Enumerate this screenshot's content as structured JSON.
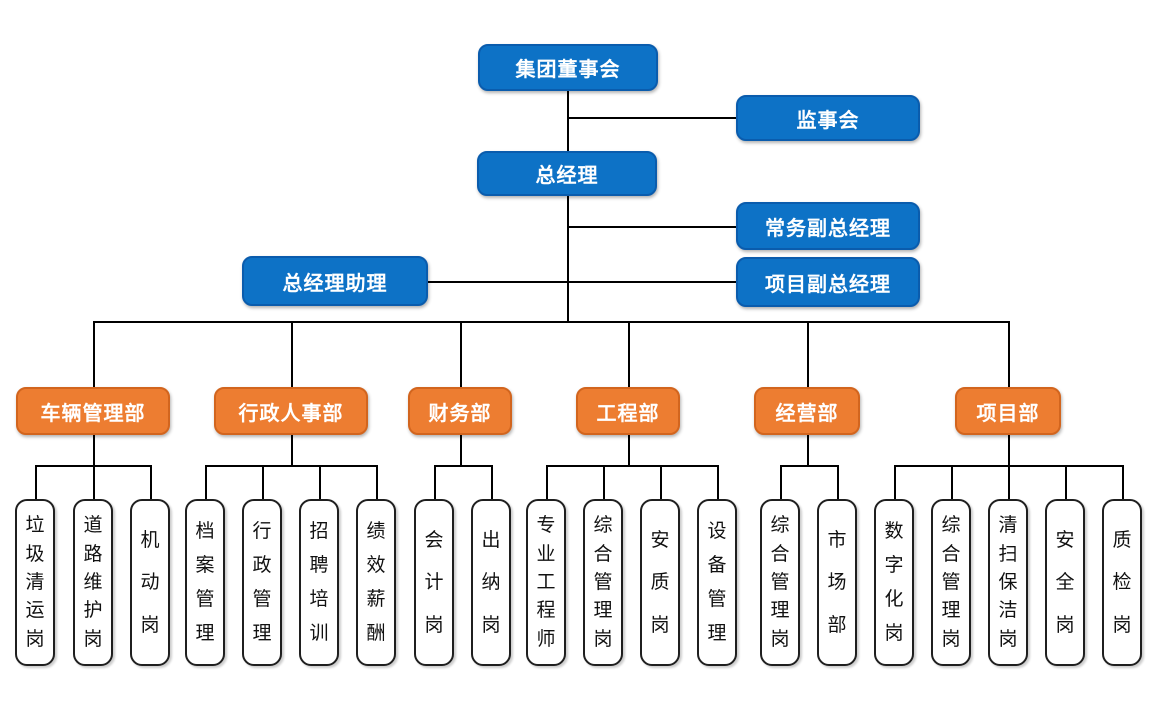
{
  "colors": {
    "exec_fill": "#0d72c6",
    "exec_border": "#0a5cad",
    "dept_fill": "#ed7d31",
    "dept_border": "#d2651e",
    "line": "#000000",
    "pos_fill": "#ffffff",
    "pos_border": "#1f1f1f",
    "text_on_color": "#ffffff",
    "text_dark": "#111111"
  },
  "executives": {
    "board": "集团董事会",
    "supervisory": "监事会",
    "gm": "总经理",
    "exec_vice_gm": "常务副总经理",
    "gm_assistant": "总经理助理",
    "project_vice_gm": "项目副总经理"
  },
  "departments": [
    {
      "label": "车辆管理部",
      "positions": [
        "垃圾清运岗",
        "道路维护岗",
        "机动岗"
      ]
    },
    {
      "label": "行政人事部",
      "positions": [
        "档案管理",
        "行政管理",
        "招聘培训",
        "绩效薪酬"
      ]
    },
    {
      "label": "财务部",
      "positions": [
        "会计岗",
        "出纳岗"
      ]
    },
    {
      "label": "工程部",
      "positions": [
        "专业工程师",
        "综合管理岗",
        "安质岗",
        "设备管理"
      ]
    },
    {
      "label": "经营部",
      "positions": [
        "综合管理岗",
        "市场部"
      ]
    },
    {
      "label": "项目部",
      "positions": [
        "数字化岗",
        "综合管理岗",
        "清扫保洁岗",
        "安全岗",
        "质检岗"
      ]
    }
  ]
}
